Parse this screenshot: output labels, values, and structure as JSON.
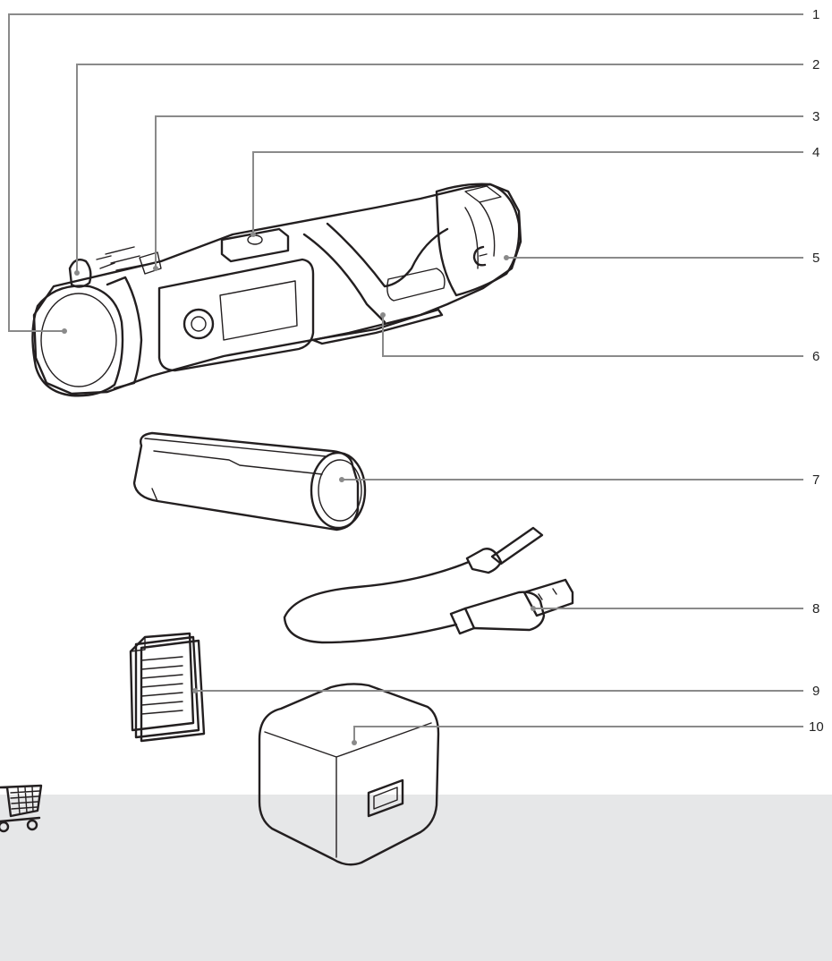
{
  "callouts": [
    {
      "number": "1",
      "part": "flashlight-head-lens"
    },
    {
      "number": "2",
      "part": "side-light-lens"
    },
    {
      "number": "3",
      "part": "mode-indicator"
    },
    {
      "number": "4",
      "part": "power-button"
    },
    {
      "number": "5",
      "part": "magnetic-tail-cap"
    },
    {
      "number": "6",
      "part": "pocket-clip"
    },
    {
      "number": "7",
      "part": "rechargeable-battery"
    },
    {
      "number": "8",
      "part": "usb-cable"
    },
    {
      "number": "9",
      "part": "instruction-manual"
    },
    {
      "number": "10",
      "part": "usb-wall-adapter"
    }
  ],
  "colors": {
    "band": "#e6e7e8",
    "leader": "#8a8a8a",
    "ink": "#231f20"
  },
  "icons": [
    "shopping-cart-icon"
  ]
}
